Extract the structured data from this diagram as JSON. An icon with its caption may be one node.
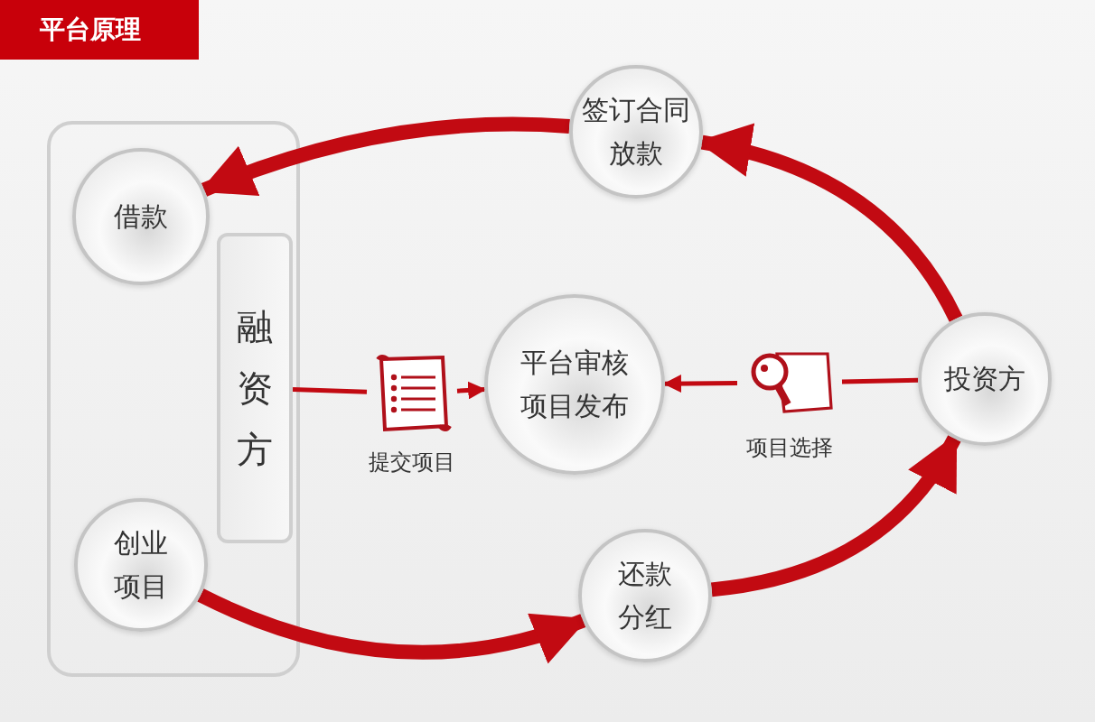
{
  "diagram": {
    "title": "平台原理",
    "nodes": [
      {
        "text": [],
        "shape": "box"
      },
      {
        "text": [
          "借款"
        ],
        "in": 0
      },
      {
        "text": [
          "融资方"
        ],
        "in": 0
      },
      {
        "text": [
          "创业项目"
        ],
        "in": 0
      },
      {
        "text": [
          "签订合同放款"
        ]
      },
      {
        "text": [
          "平台审核项目发布"
        ]
      },
      {
        "text": [],
        "shape": "picture",
        "beside": [
          "提交项目"
        ]
      },
      {
        "text": [],
        "shape": "picture",
        "beside": [
          "项目选择"
        ]
      },
      {
        "text": [
          "投资方"
        ]
      },
      {
        "text": [
          "还款分红"
        ]
      }
    ],
    "edges": [
      {
        "from": 8,
        "to": 4,
        "arrow": "to",
        "style": "thick"
      },
      {
        "from": 4,
        "to": 1,
        "arrow": "to",
        "style": "thick"
      },
      {
        "from": 3,
        "to": 9,
        "arrow": "to",
        "style": "thick"
      },
      {
        "from": 9,
        "to": 8,
        "arrow": "to",
        "style": "thick"
      },
      {
        "from": 2,
        "to": 6,
        "arrow": "none"
      },
      {
        "from": 6,
        "to": 5,
        "arrow": "to"
      },
      {
        "from": 8,
        "to": 7,
        "arrow": "none"
      },
      {
        "from": 7,
        "to": 5,
        "arrow": "to"
      }
    ]
  }
}
